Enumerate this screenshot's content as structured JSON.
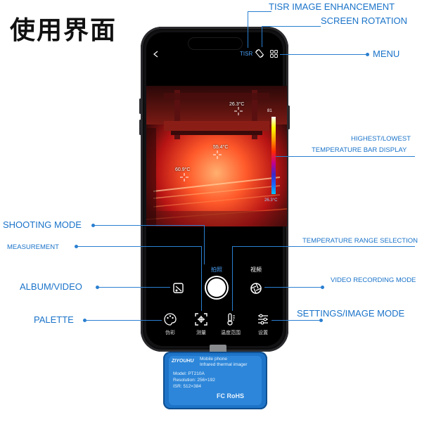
{
  "page_title": "使用界面",
  "top_bar": {
    "tisr_label": "TISR"
  },
  "thermal_view": {
    "highest_temp": "26.3°C",
    "center_temp": "55.4°C",
    "low_spot_temp": "60.9°C",
    "bar_high": "81",
    "bar_low": "26.3°C"
  },
  "modes": {
    "photo": "拍照",
    "video": "视频"
  },
  "toolbar": [
    {
      "label": "伪彩",
      "icon": "palette-icon"
    },
    {
      "label": "测量",
      "icon": "measure-icon"
    },
    {
      "label": "温度范围",
      "icon": "thermometer-icon"
    },
    {
      "label": "设置",
      "icon": "settings-sliders-icon"
    }
  ],
  "device": {
    "brand": "ZIYOUHU",
    "name_line1": "Mobile phone",
    "name_line2": "Infrared thermal imager",
    "model": "Model: PT210A",
    "resolution": "Resolution: 256×192",
    "isr": "ISR: 512×384",
    "cert": "FC RoHS"
  },
  "callouts": {
    "tisr": "TISR IMAGE ENHANCEMENT",
    "rotation": "SCREEN ROTATION",
    "menu": "MENU",
    "temp_bar_line1": "HIGHEST/LOWEST",
    "temp_bar_line2": "TEMPERATURE BAR DISPLAY",
    "shooting_mode": "SHOOTING MODE",
    "measurement": "MEASUREMENT",
    "temp_range": "TEMPERATURE RANGE SELECTION",
    "album_video": "ALBUM/VIDEO",
    "video_recording": "VIDEO RECORDING MODE",
    "palette": "PALETTE",
    "settings": "SETTINGS/IMAGE MODE"
  },
  "colors": {
    "accent": "#1a73c9",
    "device_blue": "#1e74c8"
  }
}
